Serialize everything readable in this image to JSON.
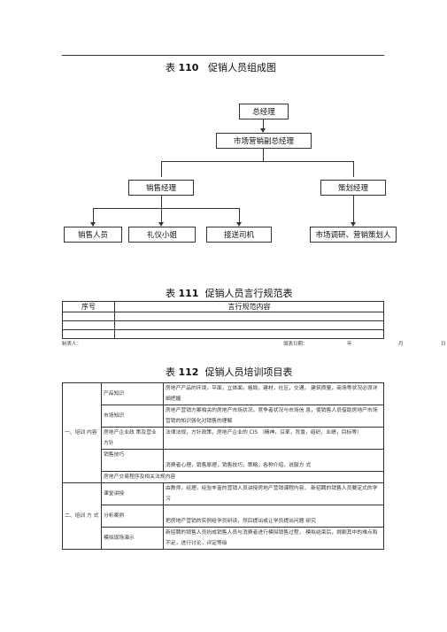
{
  "table110": {
    "title_prefix": "表",
    "number": "110",
    "title": "促销人员组成图",
    "org": {
      "top": "总经理",
      "second": "市场营销副总经理",
      "left_manager": "销售经理",
      "right_manager": "策划经理",
      "staff": [
        "销售人员",
        "礼仪小姐",
        "接送司机",
        "市场调研、营销策划人"
      ]
    }
  },
  "table111": {
    "title_prefix": "表",
    "number": "111",
    "title": "促销人员言行规范表",
    "headers": [
      "序号",
      "言行规范内容"
    ],
    "footer": {
      "maker": "制表人：",
      "date": "填表日期：",
      "year": "年",
      "month": "月",
      "day": "日"
    }
  },
  "table112": {
    "title_prefix": "表",
    "number": "112",
    "title": "促销人员培训项目表",
    "group1": {
      "label": "一、培训 内容",
      "rows": [
        {
          "item": "产品知识",
          "desc": "房地产产品的环境，平面，立体面，格局，建材，社区，交通， 建筑质量，商场等状况必须详细把握"
        },
        {
          "item": "市场知识",
          "desc": "房地产营销方案相关的房地产市场状况，竞争者状况与市场信 息，使销售人员借助房地产市场营销的知识强化对销售的理解"
        },
        {
          "item": "房地产企业政 策及营业方针",
          "desc": "法律法规，方针政策，房地产企业的 CIS （精神，沿革，背景，组织，业绩，目标等）"
        },
        {
          "item": "销售技巧",
          "desc": "消费者心理，销售原理，销售技巧，策略，各种介绍，说服方 式"
        }
      ],
      "span_row": "房地产交易程序及相关法规内容"
    },
    "group2": {
      "label": "二、培训 方 式",
      "rows": [
        {
          "item": "课堂讲授",
          "desc": "由教师，经理，经验丰富的营销人员讲授房地产营销课程内容， 新招聘的销售人员要定式的学习"
        },
        {
          "item": "分析案例",
          "desc": "把房地产营销的实例给学员研读，然后提出或让学员提出问题 研究"
        },
        {
          "item": "模拟现场演示",
          "desc": "新招聘的销售人员扮成销售人员与消费者进行模拟销售过程， 模拟结束后，挑剔其中的难点和不足，进行讨论，评定等级"
        }
      ]
    }
  }
}
